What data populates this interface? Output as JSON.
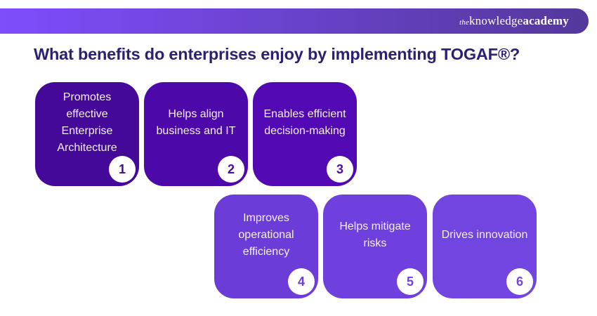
{
  "header": {
    "logo": {
      "the": "the",
      "knowledge": "knowledge",
      "academy": "academy"
    },
    "gradient_left": "#7e4dfc",
    "gradient_right": "#54389b"
  },
  "title": {
    "text": "What benefits do enterprises enjoy by implementing TOGAF®?",
    "color": "#2b2173"
  },
  "cards": [
    {
      "number": "1",
      "text": "Promotes effective Enterprise Architecture",
      "color": "#45099a"
    },
    {
      "number": "2",
      "text": "Helps align business and IT",
      "color": "#4c08a8"
    },
    {
      "number": "3",
      "text": "Enables efficient decision-making",
      "color": "#5208b3"
    },
    {
      "number": "4",
      "text": "Improves operational efficiency",
      "color": "#6c3cd9"
    },
    {
      "number": "5",
      "text": "Helps mitigate risks",
      "color": "#6f40dd"
    },
    {
      "number": "6",
      "text": "Drives innovation",
      "color": "#7244e0"
    }
  ]
}
